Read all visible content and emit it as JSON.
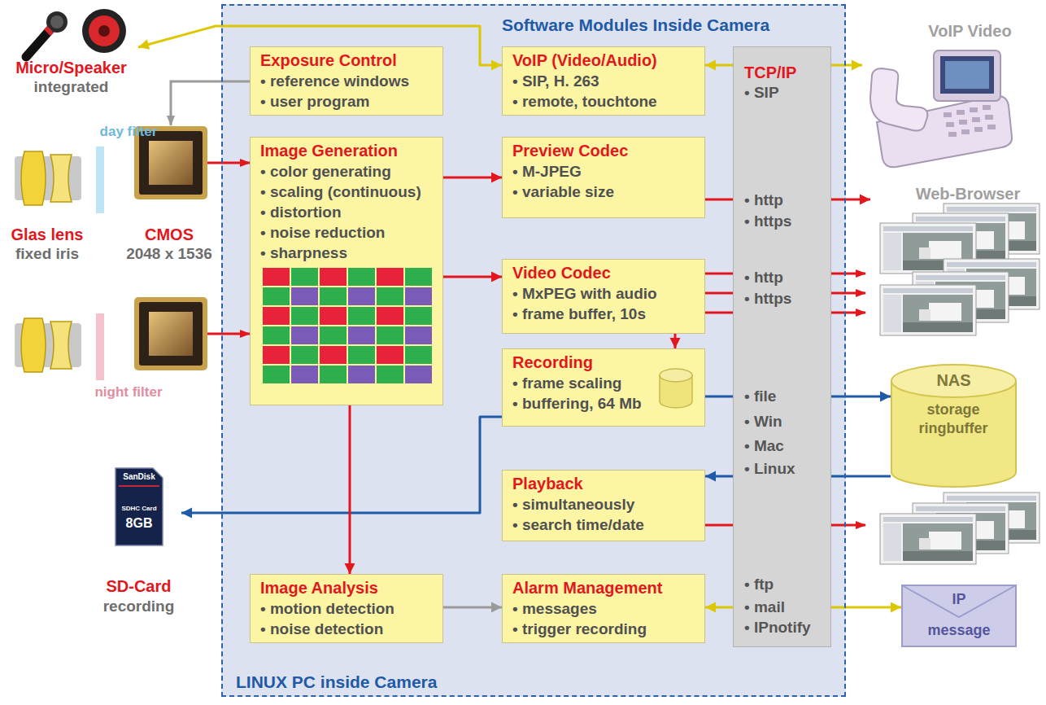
{
  "diagram": {
    "nodes": [
      {
        "text": [
          "Software Modules Inside Camera",
          "LINUX PC inside Camera"
        ]
      },
      {
        "text": [
          "Micro/Speaker",
          "integrated"
        ]
      },
      {
        "text": [
          "Exposure Control",
          "• reference windows",
          "• user program"
        ],
        "in": 0
      },
      {
        "text": [
          "VoIP (Video/Audio)",
          "• SIP, H. 263",
          "• remote, touchtone"
        ],
        "in": 0
      },
      {
        "text": [
          "TCP/IP",
          "• SIP",
          "• http",
          "• https",
          "• http",
          "• https",
          "• file",
          "• Win",
          "• Mac",
          "• Linux",
          "• ftp",
          "• mail",
          "• IPnotify"
        ],
        "in": 0
      },
      {
        "text": [
          "VoIP Video"
        ]
      },
      {
        "text": [
          "Image Generation",
          "• color generating",
          "• scaling (continuous)",
          "• distortion",
          "• noise reduction",
          "• sharpness"
        ],
        "in": 0
      },
      {
        "text": [
          "Preview Codec",
          "• M-JPEG",
          "• variable size"
        ],
        "in": 0
      },
      {
        "text": [
          "Web-Browser"
        ]
      },
      {
        "text": [
          "Video Codec",
          "• MxPEG with audio",
          "• frame buffer, 10s"
        ],
        "in": 0
      },
      {
        "text": [
          "Recording",
          "• frame scaling",
          "• buffering, 64 Mb"
        ],
        "in": 0
      },
      {
        "text": [
          "NAS",
          "storage ringbuffer"
        ]
      },
      {
        "text": [
          "Playback",
          "• simultaneously",
          "• search time/date"
        ],
        "in": 0
      },
      {
        "text": [
          "SD-Card",
          "recording"
        ]
      },
      {
        "text": [
          "Image Analysis",
          "• motion detection",
          "• noise detection"
        ],
        "in": 0
      },
      {
        "text": [
          "Alarm Management",
          "• messages",
          "• trigger recording"
        ],
        "in": 0
      },
      {
        "text": [
          "IP",
          "message"
        ]
      }
    ],
    "edges": [
      {
        "from": 1,
        "to": 3,
        "arrow": "both"
      },
      {
        "from": 3,
        "to": 5,
        "arrow": "both"
      },
      {
        "from": 6,
        "to": 7,
        "arrow": "to"
      },
      {
        "from": 7,
        "to": 8,
        "arrow": "to"
      },
      {
        "from": 6,
        "to": 9,
        "arrow": "to"
      },
      {
        "from": 9,
        "to": 10,
        "arrow": "to"
      },
      {
        "from": 10,
        "to": 11,
        "arrow": "to"
      },
      {
        "from": 11,
        "to": 12,
        "arrow": "to"
      },
      {
        "from": 10,
        "to": 13,
        "arrow": "to"
      },
      {
        "from": 6,
        "to": 14,
        "arrow": "to"
      },
      {
        "from": 14,
        "to": 15,
        "arrow": "to"
      },
      {
        "from": 15,
        "to": 16,
        "arrow": "both"
      }
    ],
    "labels": [
      "day filter",
      "Glas lens",
      "fixed iris",
      "CMOS",
      "2048 x 1536",
      "night filter",
      "SanDisk",
      "SDHC Card",
      "8GB"
    ]
  }
}
